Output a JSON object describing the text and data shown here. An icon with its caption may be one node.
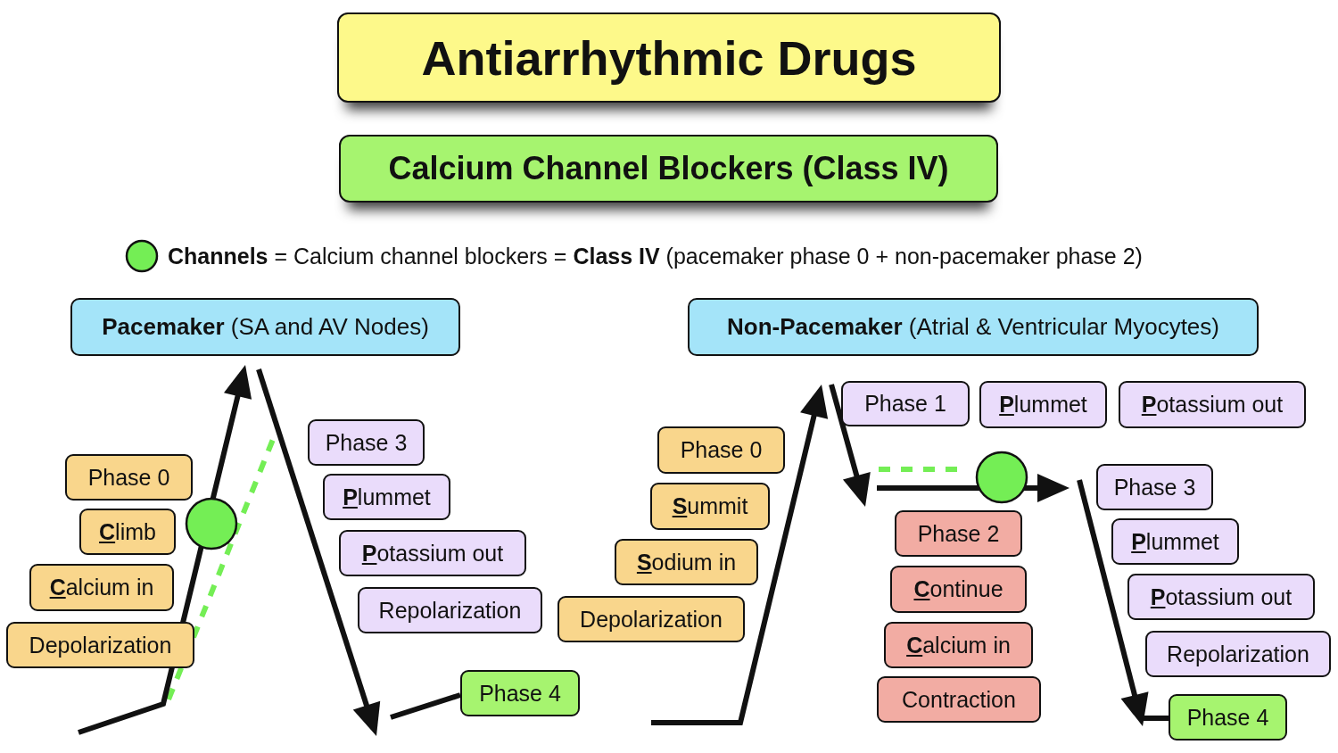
{
  "diagram": {
    "nodes": [
      {
        "text": [
          "Antiarrhythmic Drugs"
        ]
      },
      {
        "text": [
          "Calcium Channel Blockers (Class IV)"
        ]
      },
      {
        "text": [
          "**Pacemaker** (SA and AV Nodes)"
        ]
      },
      {
        "text": [
          "**Non-Pacemaker** (Atrial & Ventricular Myocytes)"
        ]
      },
      {
        "text": [
          "Phase 0"
        ]
      },
      {
        "text": [
          "**C**limb"
        ]
      },
      {
        "text": [
          "**C**alcium in"
        ]
      },
      {
        "text": [
          "Depolarization"
        ]
      },
      {
        "text": [
          "Phase 3"
        ]
      },
      {
        "text": [
          "**P**lummet"
        ]
      },
      {
        "text": [
          "**P**otassium out"
        ]
      },
      {
        "text": [
          "Repolarization"
        ]
      },
      {
        "text": [
          "Phase 4"
        ]
      },
      {
        "text": [
          "Phase 0"
        ]
      },
      {
        "text": [
          "**S**ummit"
        ]
      },
      {
        "text": [
          "**S**odium in"
        ]
      },
      {
        "text": [
          "Depolarization"
        ]
      },
      {
        "text": [
          "Phase 1"
        ]
      },
      {
        "text": [
          "**P**lummet"
        ]
      },
      {
        "text": [
          "**P**otassium out"
        ]
      },
      {
        "text": [
          "Phase 2"
        ]
      },
      {
        "text": [
          "**C**ontinue"
        ]
      },
      {
        "text": [
          "**C**alcium in"
        ]
      },
      {
        "text": [
          "Contraction"
        ]
      },
      {
        "text": [
          "Phase 3"
        ]
      },
      {
        "text": [
          "**P**lummet"
        ]
      },
      {
        "text": [
          "**P**otassium out"
        ]
      },
      {
        "text": [
          "Repolarization"
        ]
      },
      {
        "text": [
          "Phase 4"
        ]
      }
    ],
    "legend": [
      {
        "text": "**Channels** = Calcium channel blockers = **Class IV** (pacemaker phase 0 + non-pacemaker phase 2)",
        "color": "#74ee55"
      }
    ]
  }
}
